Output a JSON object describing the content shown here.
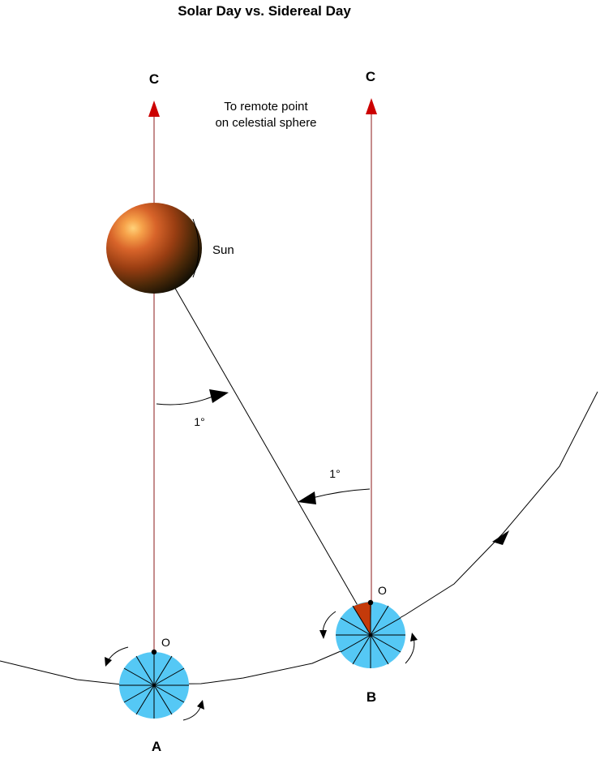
{
  "title": "Solar Day vs. Sidereal Day",
  "labels": {
    "c_left": "C",
    "c_right": "C",
    "remote_line1": "To remote point",
    "remote_line2": "on celestial sphere",
    "sun": "Sun",
    "angle_upper": "1°",
    "angle_lower": "1°",
    "o_left": "O",
    "o_right": "O",
    "pos_a": "A",
    "pos_b": "B"
  },
  "colors": {
    "direction_line": "#8b1a1a",
    "arrow_head": "#cc0000",
    "earth_fill": "#55c8f5",
    "earth_wedge": "#c43a0a",
    "orbit": "#000000"
  }
}
